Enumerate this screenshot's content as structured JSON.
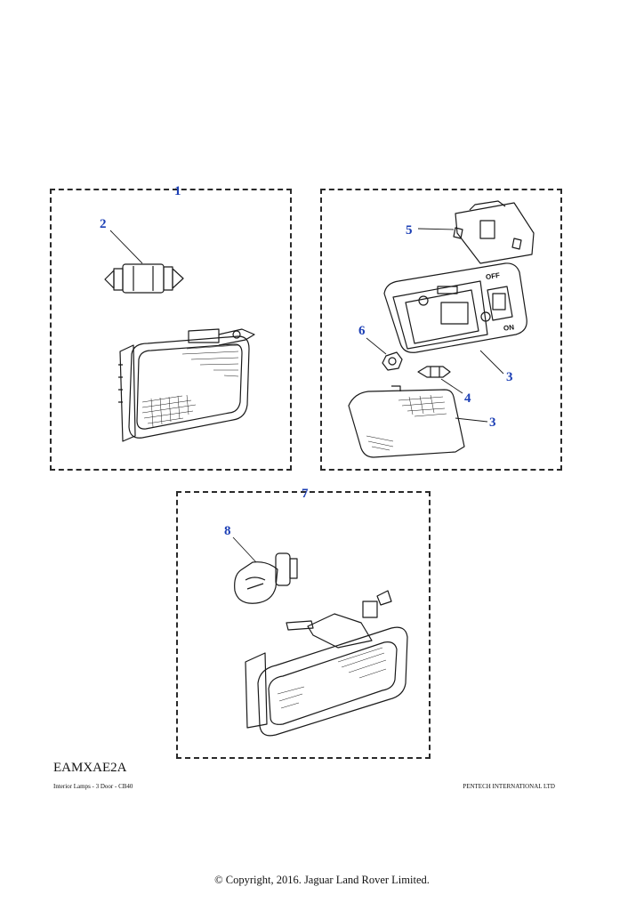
{
  "callouts": {
    "c1": "1",
    "c2": "2",
    "c3a": "3",
    "c3b": "3",
    "c4": "4",
    "c5": "5",
    "c6": "6",
    "c7": "7",
    "c8": "8"
  },
  "switch_labels": {
    "off": "OFF",
    "on": "ON"
  },
  "diagram_ref": "EAMXAE2A",
  "footer": {
    "left": "Interior Lamps - 3 Door - CB40",
    "right": "PENTECH INTERNATIONAL LTD"
  },
  "copyright": "© Copyright, 2016. Jaguar Land Rover Limited.",
  "colors": {
    "callout": "#1c3fb5",
    "line": "#1a1a1a"
  }
}
